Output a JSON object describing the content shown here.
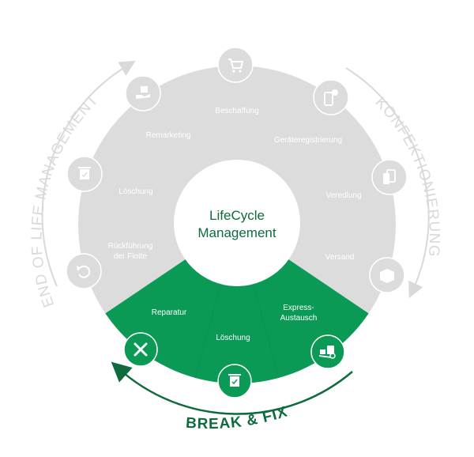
{
  "colors": {
    "gray": "#dcdcdc",
    "green": "#0a9a55",
    "dark_green": "#0d6b3e",
    "white": "#ffffff"
  },
  "center": {
    "line1": "LifeCycle",
    "line2": "Management"
  },
  "phases": {
    "end_of_life": "END OF LIFE MANAGEMENT",
    "konfektionierung": "KONFEKTIONIERUNG",
    "break_fix": "BREAK & FIX"
  },
  "gray_steps": [
    {
      "label": "Beschaffung",
      "icon": "cart-icon"
    },
    {
      "label": "Geräteregistrierung",
      "icon": "phone-plus-icon"
    },
    {
      "label": "Veredlung",
      "icon": "devices-icon"
    },
    {
      "label": "Versand",
      "icon": "box-icon"
    },
    {
      "label_line1": "Rückführung",
      "label_line2": "der Flotte",
      "icon": "return-icon"
    },
    {
      "label": "Löschung",
      "icon": "trash-check-icon"
    },
    {
      "label": "Remarketing",
      "icon": "hand-box-icon"
    }
  ],
  "green_steps": [
    {
      "label": "Reparatur",
      "icon": "tools-icon"
    },
    {
      "label": "Löschung",
      "icon": "trash-check-icon"
    },
    {
      "label_line1": "Express-",
      "label_line2": "Austausch",
      "icon": "truck-icon"
    }
  ]
}
